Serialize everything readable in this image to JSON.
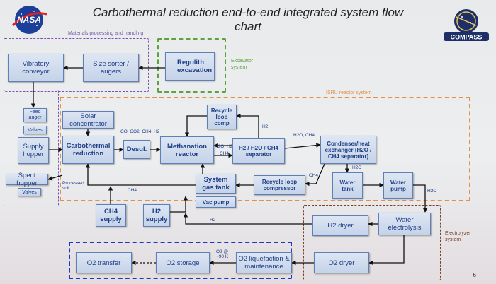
{
  "title_line1": "Carbothermal reduction end-to-end integrated system flow",
  "title_line2": "chart",
  "logos": {
    "left": "NASA",
    "right": "COMPASS"
  },
  "regions": {
    "materials": "Materials processing and handling",
    "excavator": "Excavator system",
    "isru": "ISRU reactor system",
    "electrolyzer": "Electrolyzer system"
  },
  "boxes": {
    "vibratory_conveyor": "Vibratory conveyor",
    "size_sorter": "Size sorter / augers",
    "regolith_excavation": "Regolith excavation",
    "feed_auger": "Feed auger",
    "valves_top": "Valves",
    "supply_hopper": "Supply hopper",
    "spent_hopper": "Spent hopper",
    "valves_bottom": "Valves",
    "solar_concentrator": "Solar concentrator",
    "carbothermal_reduction": "Carbothermal reduction",
    "desul": "Desul.",
    "methanation_reactor": "Methanation reactor",
    "recycle_loop_comp": "Recycle loop comp",
    "separator": "H2 / H2O / CH4 separator",
    "condenser": "Condenser/heat exchanger (H2O / CH4 separator)",
    "system_gas_tank": "System gas tank",
    "vac_pump": "Vac pump",
    "recycle_loop_compressor": "Recycle loop compressor",
    "water_tank": "Water tank",
    "water_pump": "Water pump",
    "ch4_supply": "CH4 supply",
    "h2_supply": "H2 supply",
    "h2_dryer": "H2 dryer",
    "water_electrolysis": "Water electrolysis",
    "o2_dryer": "O2 dryer",
    "o2_liquefaction": "O2 liquefaction & maintenance",
    "o2_storage": "O2 storage",
    "o2_transfer": "O2 transfer"
  },
  "labels": {
    "gases": "CO, CO2, CH4, H2",
    "h2o_h2": "H2O, H2",
    "ch4_a": "CH4",
    "h2_a": "H2",
    "h2o_ch4": "H2O, CH4",
    "ch4_b": "CH4",
    "h2o_a": "H2O",
    "h2o_b": "H2O",
    "ch4_c": "CH4",
    "processed_soil": "Processed soil",
    "h2_b": "H2",
    "o2_90k": "O2 @ ~90 K"
  },
  "page_number": "6",
  "colors": {
    "materials_border": "#7d4fb0",
    "excavator_border": "#5da23e",
    "isru_border": "#e0924a",
    "electrolyzer_border": "#7b3f22",
    "o2_border": "#2235c9",
    "box_text": "#1e3e86"
  }
}
